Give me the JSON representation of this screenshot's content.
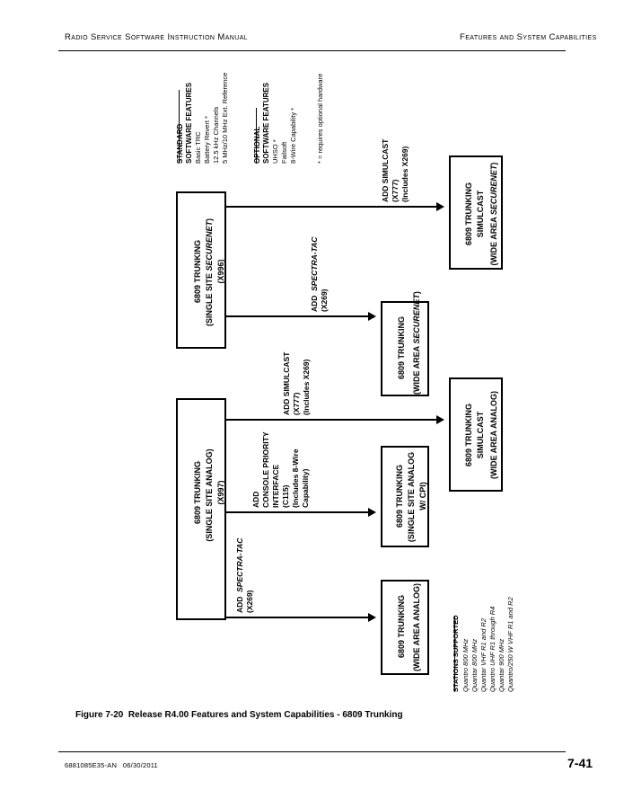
{
  "header": {
    "left": "Radio Service Software Instruction Manual",
    "right": "Features and System Capabilities"
  },
  "footer": {
    "doc_id": "6881085E35-AN",
    "date": "06/30/2011",
    "page_number": "7-41"
  },
  "caption": {
    "number": "Figure 7-20",
    "text": "Release R4.00 Features and System Capabilities - 6809 Trunking"
  },
  "legend": {
    "standard": {
      "title_line1": "STANDARD",
      "title_line2": "SOFTWARE FEATURES",
      "items": [
        "Basic TRC",
        "Battery Revert *",
        "12.5 kHz Channels",
        "5 MHz/10 MHz Ext. Reference"
      ]
    },
    "optional": {
      "title_line1": "OPTIONAL",
      "title_line2": "SOFTWARE FEATURES",
      "items": [
        "UHSO *",
        "Failsoft",
        "8-Wire Capability *"
      ]
    },
    "footnote": "* = requires optional hardware"
  },
  "stations": {
    "title": "STATIONS SUPPORTED",
    "items": [
      "Quantro  800 MHz",
      "Quantar  800 MHz",
      "Quantar  VHF R1 and R2",
      "Quantro  UHF R1 through R4",
      "Quantar  900 MHz",
      "Quantro/250 W VHF R1 and R2"
    ]
  },
  "diagram": {
    "type": "flowchart",
    "boxes": [
      {
        "id": "box-securenet-single",
        "lines": [
          "6809 TRUNKING",
          "(SINGLE SITE SECURENET)",
          "(X996)"
        ],
        "italic_line_index": 1
      },
      {
        "id": "box-simulcast-wide-securenet",
        "lines": [
          "6809 TRUNKING",
          "SIMULCAST",
          "(WIDE AREA SECURENET)"
        ],
        "italic_line_index": 2
      },
      {
        "id": "box-wide-securenet",
        "lines": [
          "6809 TRUNKING",
          "(WIDE AREA SECURENET)"
        ],
        "italic_line_index": 1
      },
      {
        "id": "box-analog-single",
        "lines": [
          "6809 TRUNKING",
          "(SINGLE SITE ANALOG)",
          "(X997)"
        ],
        "italic_line_index": -1
      },
      {
        "id": "box-simulcast-wide-analog",
        "lines": [
          "6809 TRUNKING",
          "SIMULCAST",
          "(WIDE AREA ANALOG)"
        ],
        "italic_line_index": -1
      },
      {
        "id": "box-analog-cpi",
        "lines": [
          "6809 TRUNKING",
          "(SINGLE SITE ANALOG",
          "W/ CPI)"
        ],
        "italic_line_index": -1
      },
      {
        "id": "box-wide-analog",
        "lines": [
          "6809 TRUNKING",
          "(WIDE AREA ANALOG)"
        ],
        "italic_line_index": -1
      }
    ],
    "arrow_labels": [
      {
        "id": "label-add-simulcast-x777-top",
        "lines": [
          "ADD  SIMULCAST",
          "(X777)",
          "(Includes X269)"
        ]
      },
      {
        "id": "label-add-spectratac-x269-mid",
        "lines": [
          "ADD  SPECTRA-TAC",
          "(X269)"
        ]
      },
      {
        "id": "label-add-simulcast-x777-lower",
        "lines": [
          "ADD  SIMULCAST",
          "(X777)",
          "(Includes X269)"
        ]
      },
      {
        "id": "label-add-cpi-c115",
        "lines": [
          "ADD",
          "CONSOLE PRIORITY",
          "INTERFACE",
          "(C115)",
          "(Includes 8-Wire",
          "Capability)"
        ]
      },
      {
        "id": "label-add-spectratac-x269-low",
        "lines": [
          "ADD  SPECTRA-TAC",
          "(X269)"
        ]
      }
    ]
  }
}
